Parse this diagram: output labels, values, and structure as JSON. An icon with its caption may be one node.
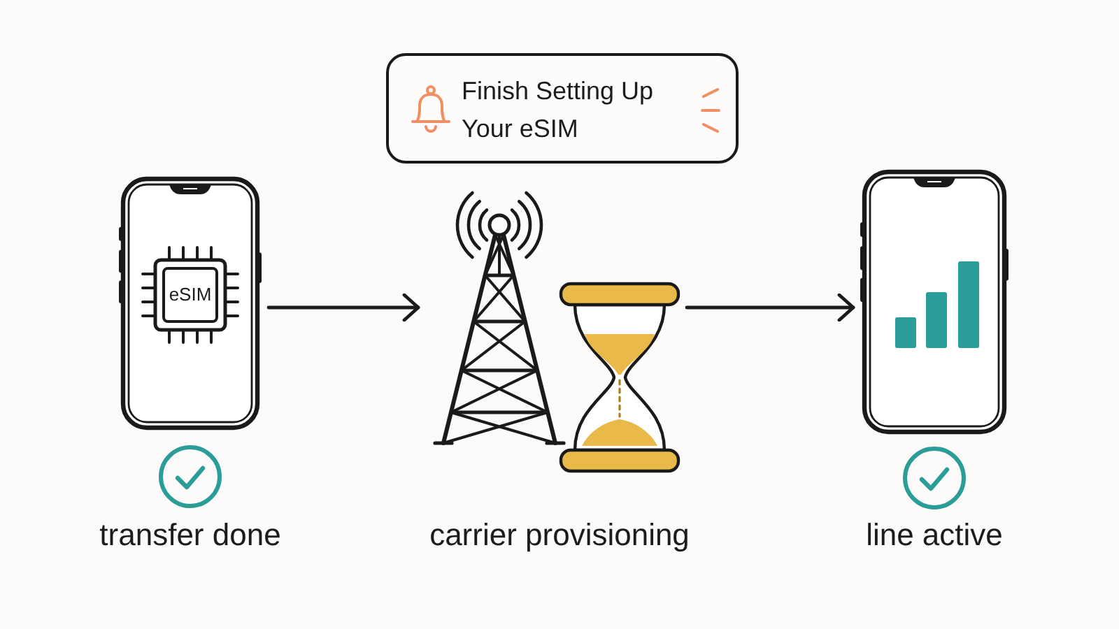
{
  "diagram": {
    "nodes": [
      {
        "text": [],
        "shape": "picture",
        "beside": [
          "transfer done"
        ]
      },
      {
        "text": [
          "eSIM"
        ],
        "in": 0
      },
      {
        "text": [
          "Finish Setting Up Your eSIM"
        ]
      },
      {
        "text": [],
        "shape": "picture",
        "beside": [
          "carrier provisioning"
        ]
      },
      {
        "text": [],
        "shape": "picture",
        "beside": [
          "line active"
        ]
      }
    ],
    "edges": [
      {
        "from": 0,
        "to": 3,
        "arrow": "to"
      },
      {
        "from": 3,
        "to": 4,
        "arrow": "to"
      }
    ]
  }
}
